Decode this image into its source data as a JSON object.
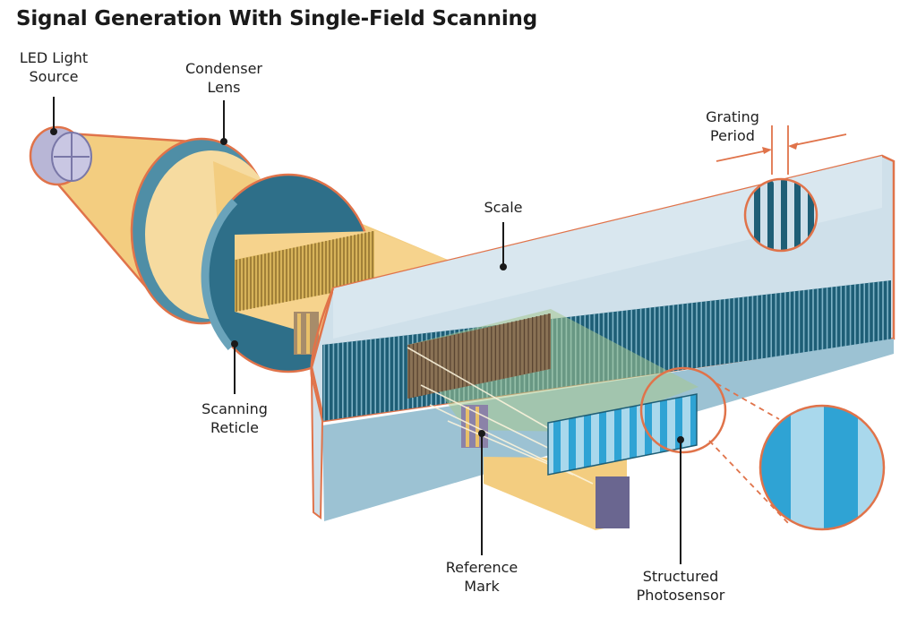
{
  "title": "Signal Generation With Single-Field Scanning",
  "labels": {
    "led": [
      "LED Light",
      "Source"
    ],
    "condenser": [
      "Condenser",
      "Lens"
    ],
    "grating": [
      "Grating",
      "Period"
    ],
    "scale": "Scale",
    "reticle": [
      "Scanning",
      "Reticle"
    ],
    "reference": [
      "Reference",
      "Mark"
    ],
    "photosensor": [
      "Structured",
      "Photosensor"
    ]
  },
  "colors": {
    "scale_glass": "#cfe0ea",
    "scale_edge": "#e0734a",
    "grating_dark": "#1e5e76",
    "beam": "#f3cd80",
    "lens_rim": "#4f8ea6",
    "lens_face": "#f6dba0",
    "sensor_blue": "#2fa3d4",
    "sensor_light": "#a9d8ec",
    "reticle_brown": "#8a7255",
    "reticle_gold": "#c8a24d",
    "callout": "#e36b3d",
    "leader": "#1a1a1a"
  }
}
